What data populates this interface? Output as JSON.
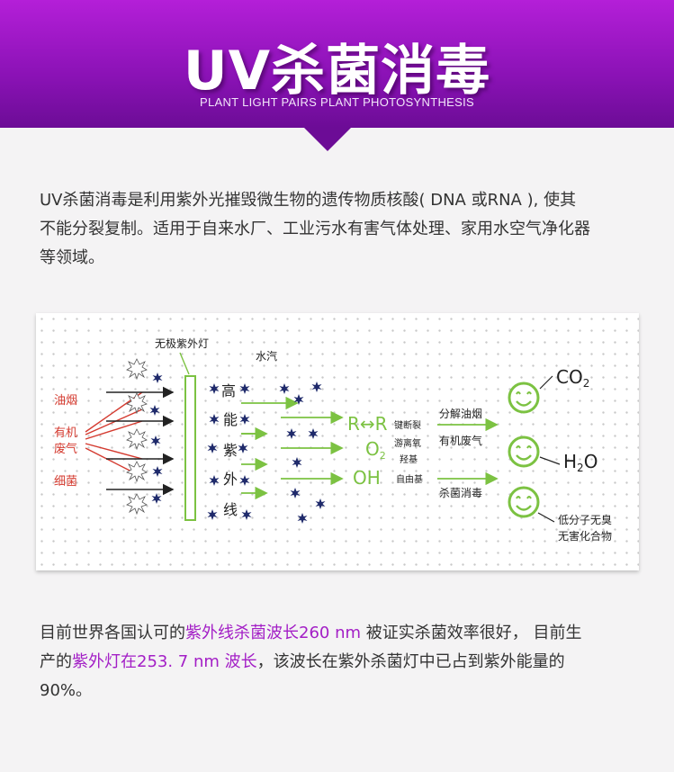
{
  "header": {
    "title": "UV杀菌消毒",
    "subtitle": "PLANT LIGHT PAIRS  PLANT PHOTOSYNTHESIS"
  },
  "intro": {
    "line1": "UV杀菌消毒是利用紫外光摧毁微生物的遗传物质核酸( DNA 或RNA ), 使其",
    "line2": "不能分裂复制。适用于自来水厂、工业污水有害气体处理、家用水空气净化器",
    "line3": "等领域。"
  },
  "diagram": {
    "lamp_label": "无极紫外灯",
    "vapor_label": "水汽",
    "left_labels": [
      "油烟",
      "有机",
      "废气",
      "细菌"
    ],
    "uv_chars": [
      "高",
      "能",
      "紫",
      "外",
      "线"
    ],
    "radical_rr": "R↔R",
    "radical_o2_main": "O",
    "radical_o2_sub": "2",
    "radical_oh": "OH",
    "bond_labels": [
      "键断裂",
      "游离氧",
      "羟基",
      "自由基"
    ],
    "process_labels": [
      "分解油烟",
      "有机废气",
      "杀菌消毒"
    ],
    "co2_main": "CO",
    "co2_sub": "2",
    "h2o_main_h": "H",
    "h2o_sub": "2",
    "h2o_main_o": "O",
    "harmless_lines": [
      "低分子无臭",
      "无害化合物"
    ],
    "colors": {
      "green": "#7cc242",
      "red": "#d43a2f",
      "navy": "#1f2a6b",
      "text": "#222222"
    }
  },
  "facts": {
    "l1_a": "目前世界各国认可的",
    "l1_hl": "紫外线杀菌波长260 nm",
    "l1_b": " 被证实杀菌效率很好，  目前生",
    "l2_a": "产的",
    "l2_hl": "紫外灯在253. 7 nm 波长",
    "l2_b": "，该波长在紫外杀菌灯中已占到紫外能量的",
    "l3": "90%。"
  },
  "colors": {
    "banner_top": "#b41fd8",
    "banner_bottom": "#6c0c96",
    "highlight": "#a31fc6"
  }
}
